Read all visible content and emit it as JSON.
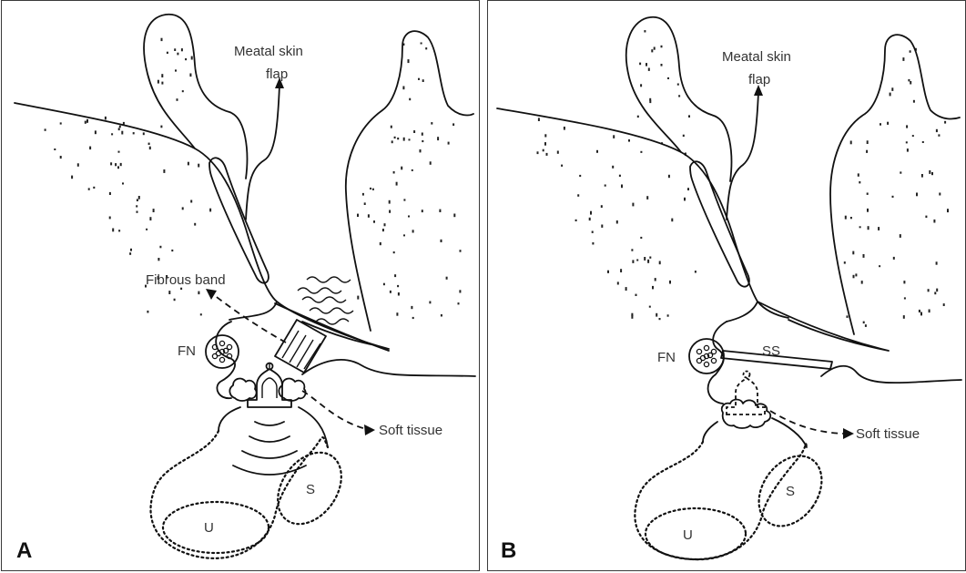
{
  "panel_a": {
    "letter": "A",
    "labels": {
      "meatal_line1": "Meatal skin",
      "meatal_line2": "flap",
      "fibrous_band": "Fibrous band",
      "fn": "FN",
      "soft_tissue": "Soft tissue",
      "s": "S",
      "u": "U"
    }
  },
  "panel_b": {
    "letter": "B",
    "labels": {
      "meatal_line1": "Meatal skin",
      "meatal_line2": "flap",
      "fn": "FN",
      "ss": "SS",
      "soft_tissue": "Soft tissue",
      "s": "S",
      "u": "U"
    }
  }
}
